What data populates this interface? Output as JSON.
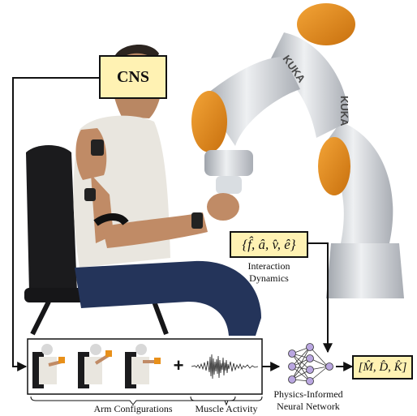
{
  "cns": {
    "label": "CNS"
  },
  "interaction": {
    "formula": "{f̂, â, v̂, ê}",
    "caption_line1": "Interaction",
    "caption_line2": "Dynamics"
  },
  "robot": {
    "brand": "KUKA"
  },
  "arm_configurations": {
    "label": "Arm Configurations"
  },
  "muscle_activity": {
    "label": "Muscle Activity"
  },
  "pinn": {
    "line1": "Physics-Informed",
    "line2": "Neural Network"
  },
  "output": {
    "formula": "[M̂, D̂, K̂]"
  },
  "plus": "+",
  "colors": {
    "box_fill": "#fff2b3",
    "robot_orange": "#e8901a",
    "robot_silver": "#c9ccd1",
    "pinn_node": "#b9a6e0"
  }
}
